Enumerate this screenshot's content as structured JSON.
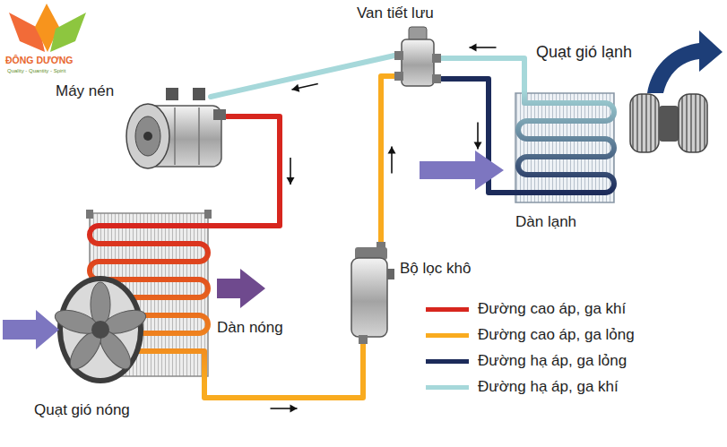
{
  "diagram": {
    "nodes": [
      {
        "text": [
          "Van tiết lưu"
        ]
      },
      {
        "text": [
          "Quạt gió lạnh"
        ]
      },
      {
        "text": [
          "Máy nén"
        ]
      },
      {
        "text": [
          "Dàn lạnh"
        ]
      },
      {
        "text": [
          "Bộ lọc khô"
        ]
      },
      {
        "text": [
          "Dàn nóng"
        ]
      },
      {
        "text": [
          "Quạt gió nóng"
        ]
      }
    ],
    "edges": [
      {
        "from": 2,
        "to": 5,
        "arrow": "to"
      },
      {
        "from": 5,
        "to": 4,
        "arrow": "to"
      },
      {
        "from": 4,
        "to": 0,
        "arrow": "to"
      },
      {
        "from": 0,
        "to": 3,
        "arrow": "to"
      },
      {
        "from": 3,
        "to": 0,
        "arrow": "to"
      },
      {
        "from": 0,
        "to": 2,
        "arrow": "to"
      }
    ],
    "labels": [
      "ĐÔNG DƯƠNG",
      "Quality - Quantity - Spirit"
    ],
    "legend": [
      {
        "text": "Đường cao áp, ga khí",
        "color": "#d7261e"
      },
      {
        "text": "Đường cao áp, ga lỏng",
        "color": "#f9ab1f"
      },
      {
        "text": "Đường hạ áp, ga lỏng",
        "color": "#1c2b5a"
      },
      {
        "text": "Đường hạ áp, ga khí",
        "color": "#a6d8da"
      }
    ]
  }
}
